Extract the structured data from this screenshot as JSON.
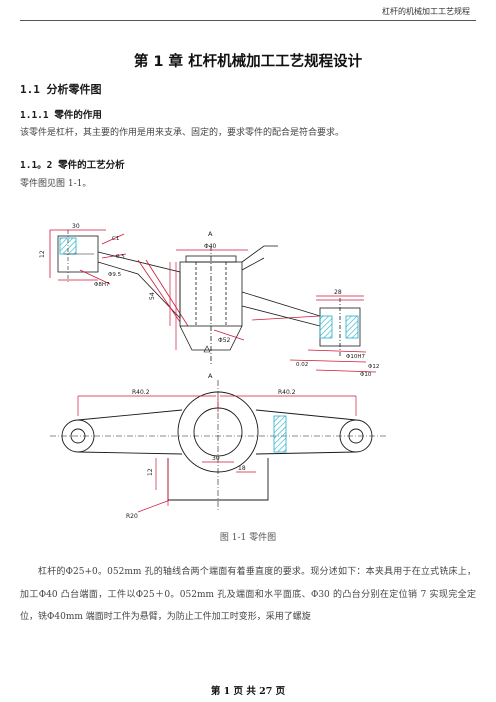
{
  "header": {
    "running_title": "杠杆的机械加工工艺规程"
  },
  "chapter": {
    "title": "第 1 章  杠杆机械加工工艺规程设计"
  },
  "section_1_1": {
    "heading": "1.1 分析零件图"
  },
  "section_1_1_1": {
    "heading": "1.1.1 零件的作用",
    "text": "该零件是杠杆，其主要的作用是用来支承、固定的，要求零件的配合是符合要求。"
  },
  "section_1_1_2": {
    "heading": "1.1。2 零件的工艺分析",
    "text": "零件图见图 1-1。"
  },
  "figure": {
    "caption": "图 1-1    零件图",
    "dims": {
      "top_left_width": "30",
      "top_left_height": "12",
      "top_left_hole": "Φ8H7",
      "top_left_boss": "Φ9.5",
      "top_left_chamfer": "C1",
      "top_left_arrow": "0.5",
      "center_bore": "Φ40",
      "center_bottom": "Φ52",
      "center_height": "54",
      "section_a_top": "A",
      "section_a_bottom": "A",
      "right_width": "28",
      "right_hole": "Φ10H7",
      "right_tol": "0.02",
      "right_bore_a": "Φ12",
      "right_bore_b": "Φ10",
      "dim_left_span": "R40.2",
      "dim_right_span": "R40.2",
      "plan_base_w": "30",
      "plan_base_h": "12",
      "plan_r_left": "R20",
      "plan_note": "18"
    }
  },
  "body": {
    "text": "杠杆的Φ25+0。052mm 孔的轴线合两个端面有着垂直度的要求。现分述如下：本夹具用于在立式铣床上，加工Φ40 凸台端面，工件以Φ25＋0。052mm 孔及端面和水平面底、Φ30 的凸台分别在定位销 7 实现完全定位，铣Φ40mm 端面时工件为悬臂，为防止工件加工时变形，采用了螺旋"
  },
  "footer": {
    "page": "第 1 页 共 27 页"
  }
}
